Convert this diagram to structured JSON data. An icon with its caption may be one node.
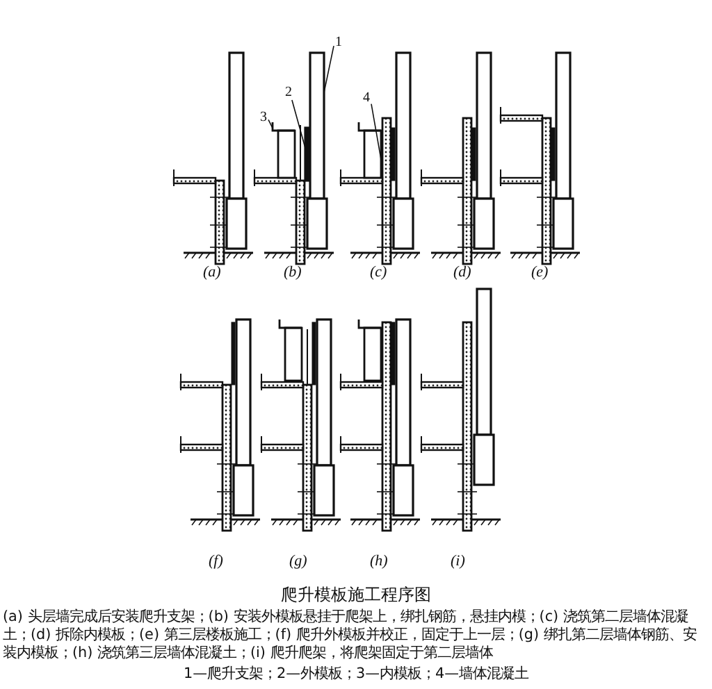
{
  "diagram": {
    "title": "爬升模板施工程序图",
    "caption": "(a) 头层墙完成后安装爬升支架；(b) 安装外模板悬挂于爬架上，绑扎钢筋，悬挂内模；(c) 浇筑第二层墙体混凝土；(d) 拆除内模板；(e) 第三层楼板施工；(f) 爬升外模板并校正，固定于上一层；(g) 绑扎第二层墙体钢筋、安装内模板；(h) 浇筑第三层墙体混凝土；(i) 爬升爬架，将爬架固定于第二层墙体",
    "nodes": [
      {
        "text": [
          "1"
        ]
      },
      {
        "text": [],
        "shape": "bar"
      },
      {
        "text": [
          "2"
        ]
      },
      {
        "text": [],
        "shape": "bar"
      },
      {
        "text": [
          "3"
        ]
      },
      {
        "text": [],
        "shape": "box"
      },
      {
        "text": [
          "4"
        ]
      },
      {
        "text": [],
        "shape": "bar"
      }
    ],
    "edges": [
      {
        "from": 0,
        "to": 1,
        "arrow": "none"
      },
      {
        "from": 2,
        "to": 3,
        "arrow": "none"
      },
      {
        "from": 4,
        "to": 5,
        "arrow": "none"
      },
      {
        "from": 6,
        "to": 7,
        "arrow": "none"
      }
    ],
    "labels": [
      "(a)",
      "(b)",
      "(c)",
      "(d)",
      "(e)",
      "(f)",
      "(g)",
      "(h)",
      "(i)",
      "1—爬升支架；2—外模板；3—内模板；4—墙体混凝土"
    ]
  }
}
